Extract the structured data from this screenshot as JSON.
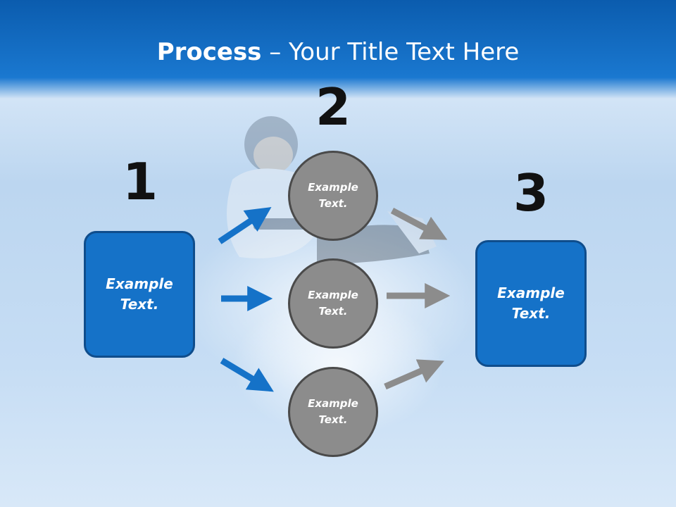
{
  "title": {
    "bold": "Process",
    "rest": " – Your Title Text Here"
  },
  "steps": [
    {
      "number": "1",
      "box_text": "Example Text."
    },
    {
      "number": "2",
      "circles": [
        "Example Text.",
        "Example Text.",
        "Example Text."
      ]
    },
    {
      "number": "3",
      "box_text": "Example Text."
    }
  ],
  "colors": {
    "blue_arrow": "#1572c8",
    "gray_arrow": "#8c8c8c",
    "box": "#1572c8",
    "circle": "#8c8c8c"
  }
}
